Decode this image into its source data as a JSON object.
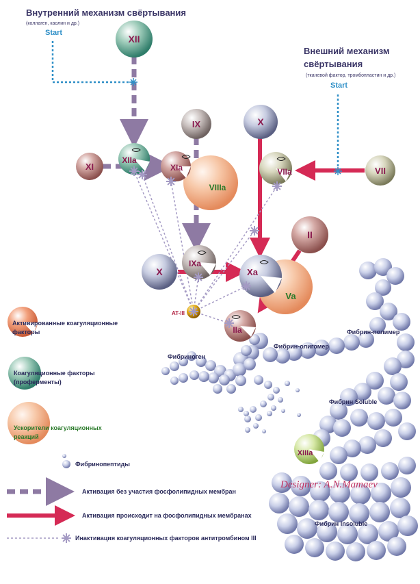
{
  "headers": {
    "intrinsic_title": "Внутренний механизм свёртывания",
    "intrinsic_sub": "(коллаген, каолин и др.)",
    "intrinsic_start": "Start",
    "extrinsic_title_1": "Внешний механизм",
    "extrinsic_title_2": "свёртывания",
    "extrinsic_sub": "(тканевой фактор, тромбопластин и др.)",
    "extrinsic_start": "Start"
  },
  "factors": {
    "XII": "XII",
    "XIIa": "XIIa",
    "XI": "XI",
    "XIa": "XIa",
    "IX": "IX",
    "VIIIa": "VIIIa",
    "X_top": "X",
    "VIIa": "VIIa",
    "VII": "VII",
    "II": "II",
    "X_left": "X",
    "IXa": "IXa",
    "Xa": "Xa",
    "Va": "Va",
    "AT": "AT-III",
    "IIa": "IIa",
    "XIIIa": "XIIIa"
  },
  "labels": {
    "fibrinogen": "Фибриноген",
    "oligomer": "Фибрин-олигомер",
    "polymer": "Фибрин-полимер",
    "soluble": "Фибрин Soluble",
    "insoluble": "Фибрин Insoluble",
    "designer": "Designer:  A.N.Mamaev"
  },
  "legend": {
    "activated_1": "Активированные коагуляционные",
    "activated_2": "факторы",
    "proenzyme_1": "Коагуляционные факторы",
    "proenzyme_2": "(проферменты)",
    "accel_1": "Ускорители коагуляционных",
    "accel_2": "реакций",
    "peptides": "Фибринопептиды",
    "arrow_dashed": "Активация без участия фосфолипидных мембран",
    "arrow_solid": "Активация происходит на фосфолипидных мембранах",
    "arrow_inact": "Инактивация коагуляционных факторов антитромбином III"
  },
  "colors": {
    "title_navy": "#3a3566",
    "start_blue": "#2f8fc7",
    "dashed_purple": "#8e7aa3",
    "solid_crimson": "#d52a55",
    "inactivation_lilac": "#a49ac4",
    "factor_label": "#8a1b4f",
    "fibrin_blue": "#c9cfe8",
    "designer": "#c03060"
  }
}
